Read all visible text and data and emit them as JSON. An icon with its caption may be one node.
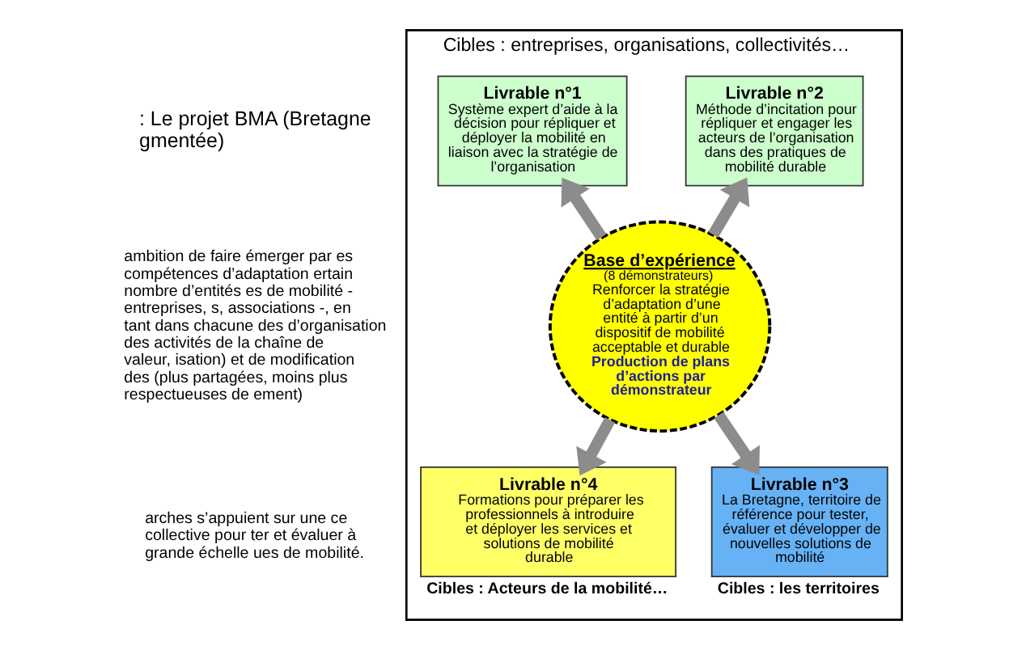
{
  "diagram": {
    "nodes": [
      {
        "text": [
          "Cibles : entreprises, organisations, collectivités…"
        ]
      },
      {
        "text": [
          "Livrable n°1",
          "Système expert d’aide à la décision pour répliquer et déployer la mobilité en liaison avec la stratégie de l’organisation"
        ],
        "in": 0
      },
      {
        "text": [
          "Livrable n°2",
          "Méthode d’incitation pour répliquer et engager les acteurs de l’organisation dans des pratiques de mobilité durable"
        ],
        "in": 0
      },
      {
        "text": [
          "Base d’expérience",
          "(8 démonstrateurs)",
          "Renforcer la stratégie d’adaptation d’une entité à partir d’un dispositif de mobilité acceptable et durable",
          "Production de plans d’actions par démonstrateur"
        ],
        "in": 0
      },
      {
        "text": [
          "Livrable n°4",
          "Formations pour préparer les professionnels à introduire et déployer les services et solutions de mobilité durable"
        ],
        "beside": [
          "Cibles : Acteurs de la mobilité…"
        ],
        "in": 0
      },
      {
        "text": [
          "Livrable n°3",
          "La Bretagne, territoire de référence pour tester, évaluer et développer de nouvelles solutions de mobilité"
        ],
        "beside": [
          "Cibles : les territoires"
        ],
        "in": 0
      }
    ],
    "edges": [
      {
        "from": 3,
        "to": 1,
        "arrow": "to"
      },
      {
        "from": 3,
        "to": 2,
        "arrow": "to"
      },
      {
        "from": 3,
        "to": 4,
        "arrow": "to"
      },
      {
        "from": 3,
        "to": 5,
        "arrow": "to"
      }
    ],
    "labels": [
      ": Le projet BMA (Bretagne gmentée)",
      "ambition de faire émerger par es compétences d’adaptation ertain nombre d’entités es de mobilité - entreprises, s, associations -, en tant dans chacune des d’organisation des activités de la chaîne de valeur, isation) et de modification des (plus partagées, moins plus respectueuses de ement)",
      "arches s’appuient sur une ce collective pour ter et évaluer à grande échelle ues de mobilité."
    ]
  }
}
